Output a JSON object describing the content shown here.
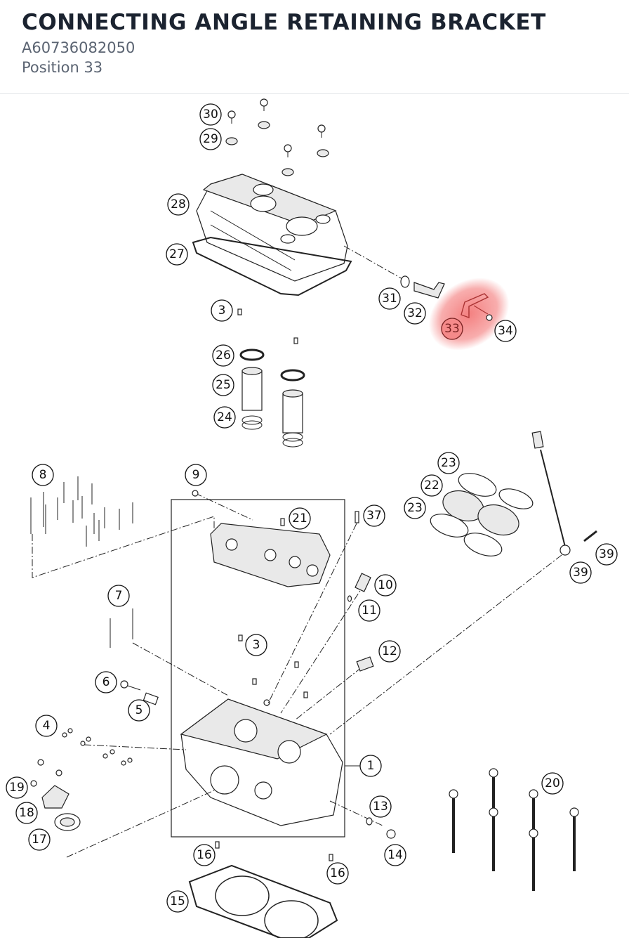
{
  "header": {
    "title": "CONNECTING ANGLE RETAINING BRACKET",
    "part_number": "A60736082050",
    "position": "Position 33"
  },
  "diagram": {
    "highlight_color": "#f26a6a",
    "highlighted_position": "33",
    "callouts": [
      "30",
      "29",
      "28",
      "27",
      "3",
      "31",
      "32",
      "33",
      "34",
      "26",
      "25",
      "24",
      "23",
      "22",
      "23",
      "9",
      "8",
      "21",
      "37",
      "10",
      "11",
      "7",
      "3",
      "12",
      "6",
      "5",
      "4",
      "1",
      "39",
      "39",
      "20",
      "19",
      "18",
      "17",
      "13",
      "14",
      "16",
      "16",
      "15"
    ]
  }
}
